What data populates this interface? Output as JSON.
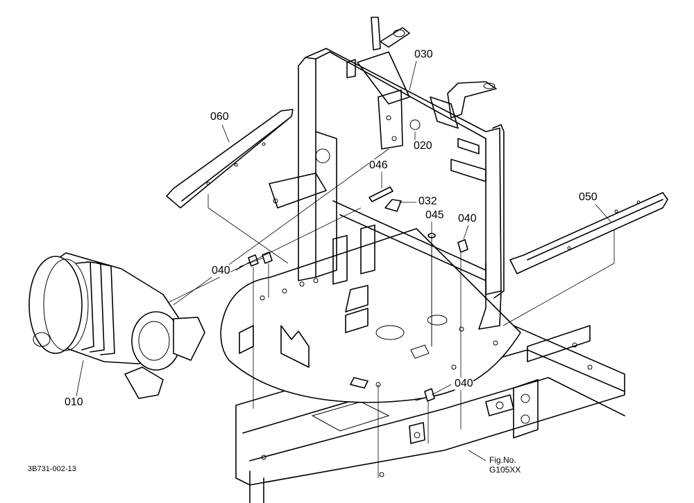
{
  "callouts": {
    "p010": "010",
    "p020": "020",
    "p030": "030",
    "p032": "032",
    "p040a": "040",
    "p040b": "040",
    "p040c": "040",
    "p045": "045",
    "p046": "046",
    "p050": "050",
    "p060": "060"
  },
  "footer": {
    "drawing_code": "3B731-002-13",
    "fig_label": "Fig.No.",
    "fig_number": "G105XX"
  }
}
